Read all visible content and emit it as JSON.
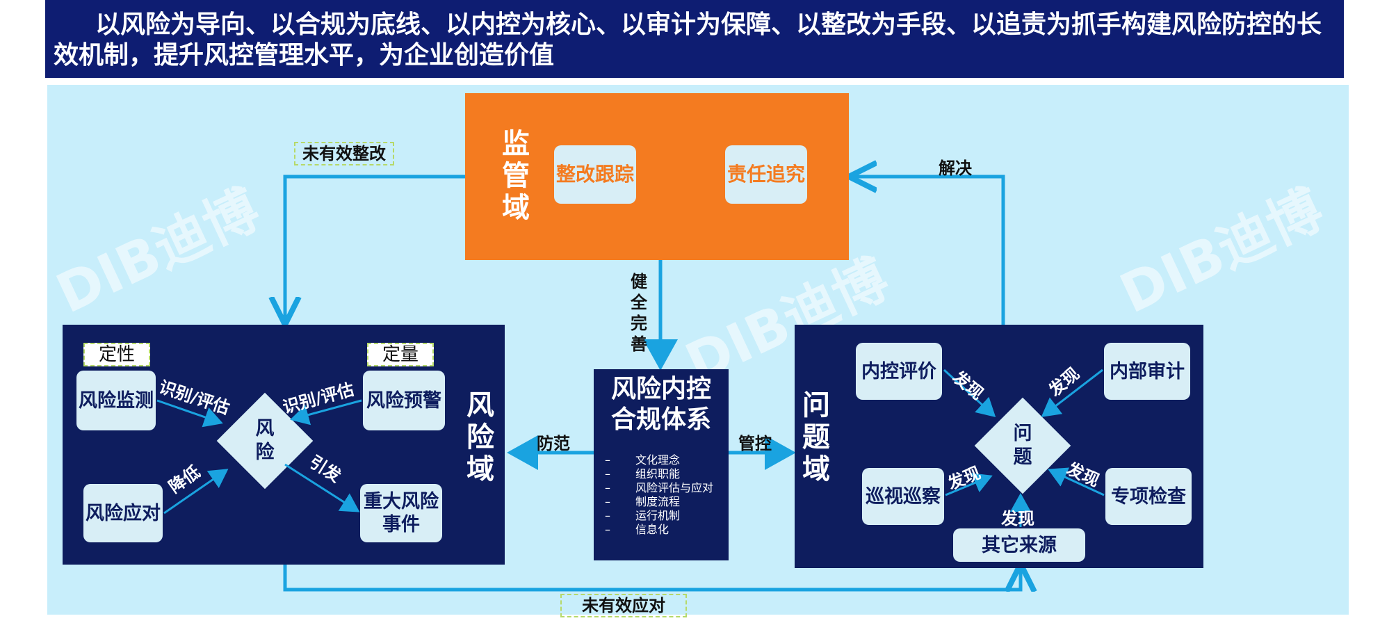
{
  "header": {
    "text": "以风险为导向、以合规为底线、以内控为核心、以审计为保障、以整改为手段、以追责为抓手构建风险防控的长效机制，提升风控管理水平，为企业创造价值"
  },
  "watermark": "DIB迪博",
  "supervision": {
    "title": "监管域",
    "box_left": "整改跟踪",
    "box_right": "责任追究"
  },
  "risk_domain": {
    "title": "风险域",
    "tag_left": "定性",
    "tag_right": "定量",
    "monitor": "风险监测",
    "warning": "风险预警",
    "response": "风险应对",
    "major_event": "重大风险事件",
    "center": "风险",
    "arrow_identify_left": "识别/评估",
    "arrow_identify_right": "识别/评估",
    "arrow_reduce": "降低",
    "arrow_trigger": "引发"
  },
  "center": {
    "title": "风险内控合规体系",
    "items": [
      "文化理念",
      "组织职能",
      "风险评估与应对",
      "制度流程",
      "运行机制",
      "信息化"
    ]
  },
  "problem_domain": {
    "title": "问题域",
    "internal_control": "内控评价",
    "internal_audit": "内部审计",
    "inspection": "巡视巡察",
    "special_check": "专项检查",
    "other_sources": "其它来源",
    "center": "问题",
    "discover": "发现"
  },
  "flows": {
    "not_rectified": "未有效整改",
    "resolve": "解决",
    "improve": "健全完善",
    "prevent": "防范",
    "control": "管控",
    "not_responded": "未有效应对"
  },
  "colors": {
    "header": "#0e1d72",
    "canvas": "#c8eefb",
    "orange": "#f47b20",
    "navy": "#0e1d5e",
    "arrow": "#1aa3e0"
  }
}
